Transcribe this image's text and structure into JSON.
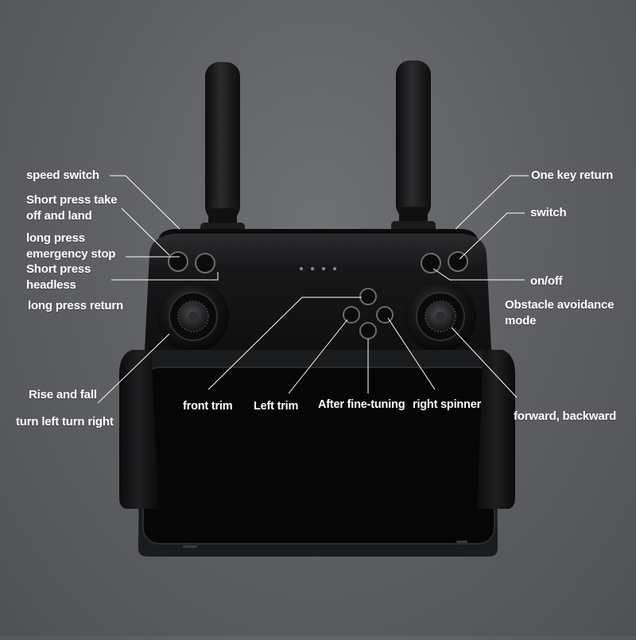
{
  "colors": {
    "background": "#5c5e61",
    "controller_body": "#141516",
    "screen": "#060606",
    "label_text": "#ffffff",
    "leader_line": "#ffffff"
  },
  "labels": {
    "speed_switch": "speed switch",
    "short_press_takeoff": "Short press take off and land",
    "long_press_emergency": "long press emergency stop",
    "short_press_headless": "Short press headless",
    "long_press_return": "long press return",
    "rise_and_fall": "Rise and fall",
    "turn_left_right": "turn left turn right",
    "one_key_return": "One key return",
    "switch": "switch",
    "on_off": "on/off",
    "obstacle_avoidance": "Obstacle avoidance mode",
    "forward_backward": "forward, backward",
    "front_trim": "front trim",
    "left_trim": "Left trim",
    "after_fine_tuning": "After fine-tuning",
    "right_spinner": "right spinner"
  }
}
